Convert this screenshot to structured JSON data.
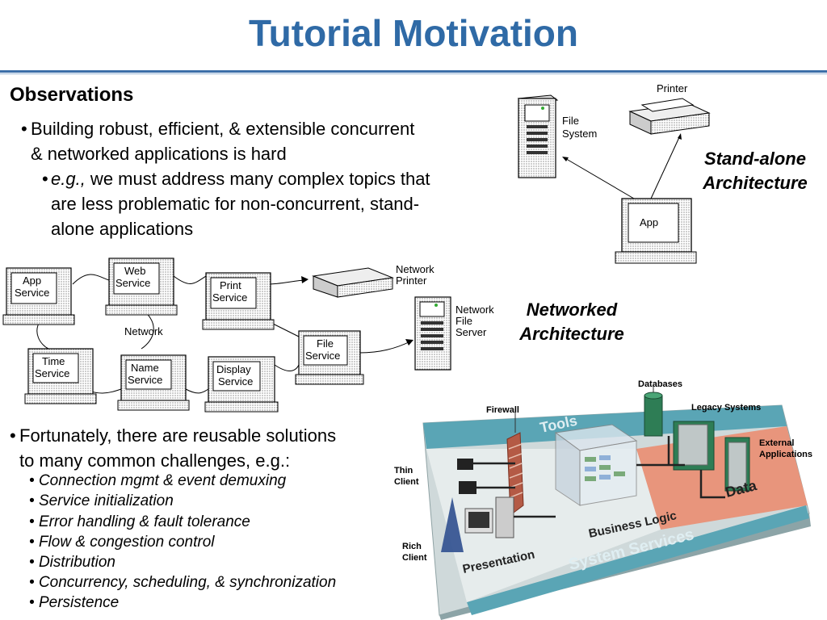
{
  "title": "Tutorial Motivation",
  "observations": {
    "heading": "Observations",
    "bullet1": [
      "Building robust, efficient, & extensible concurrent",
      "& networked applications is hard"
    ],
    "sub_eg": "e.g.,",
    "sub_rest": [
      " we must address many complex topics that",
      "are less problematic for non-concurrent, stand-",
      "alone applications"
    ],
    "bullet2": [
      "Fortunately, there are reusable solutions",
      "to many common challenges, e.g.:"
    ],
    "items": [
      "Connection mgmt & event demuxing",
      "Service initialization",
      "Error handling & fault tolerance",
      "Flow & congestion control",
      "Distribution",
      "Concurrency, scheduling, & synchronization",
      "Persistence"
    ]
  },
  "standalone": {
    "printer": "Printer",
    "file_system": [
      "File",
      "System"
    ],
    "app": "App",
    "caption": [
      "Stand-alone",
      "Architecture"
    ]
  },
  "networked": {
    "services": [
      [
        "App",
        "Service"
      ],
      [
        "Web",
        "Service"
      ],
      [
        "Print",
        "Service"
      ],
      [
        "File",
        "Service"
      ],
      [
        "Time",
        "Service"
      ],
      [
        "Name",
        "Service"
      ],
      [
        "Display",
        "Service"
      ]
    ],
    "network": "Network",
    "printer": [
      "Network",
      "Printer"
    ],
    "server": [
      "Network",
      "File",
      "Server"
    ],
    "caption": [
      "Networked",
      "Architecture"
    ]
  },
  "architecture": {
    "firewall": "Firewall",
    "databases": "Databases",
    "legacy": "Legacy Systems",
    "external": [
      "External",
      "Applications"
    ],
    "tools": "Tools",
    "thin_client": [
      "Thin",
      "Client"
    ],
    "rich_client": [
      "Rich",
      "Client"
    ],
    "data": "Data",
    "business_logic": "Business Logic",
    "presentation": "Presentation",
    "system_services": "System Services"
  },
  "colors": {
    "title": "#2f6aa6",
    "rule": "#3c6fa8",
    "teal": "#5aa5b5",
    "salmon": "#e8957c",
    "brick": "#b45a45",
    "green_db": "#2e7d55"
  }
}
